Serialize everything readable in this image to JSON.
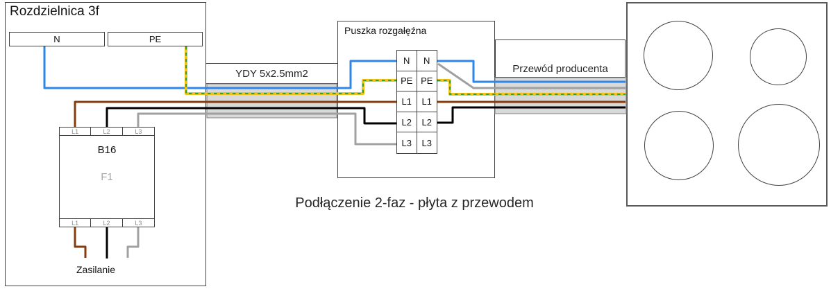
{
  "switchboard": {
    "title": "Rozdzielnica 3f",
    "n_bus": "N",
    "pe_bus": "PE",
    "breaker": {
      "rating": "B16",
      "id": "F1",
      "top_terminals": [
        "L1",
        "L2",
        "L3"
      ],
      "bottom_terminals": [
        "L1",
        "L2",
        "L3"
      ]
    },
    "supply_label": "Zasilanie"
  },
  "cables": {
    "left_label": "YDY 5x2.5mm2",
    "right_label": "Przewód producenta"
  },
  "junction_box": {
    "title": "Puszka rozgałęźna",
    "rows": [
      [
        "N",
        "N"
      ],
      [
        "PE",
        "PE"
      ],
      [
        "L1",
        "L1"
      ],
      [
        "L2",
        "L2"
      ],
      [
        "L3",
        "L3"
      ]
    ]
  },
  "caption": "Podłączenie 2-faz - płyta z przewodem",
  "colors": {
    "wire_blue": "#2E86E8",
    "wire_yellow": "#EFC319",
    "wire_green": "#33A033",
    "wire_brown": "#843C0C",
    "wire_black": "#000000",
    "wire_gray": "#A0A0A0",
    "sheath_fill": "#D9D9D9",
    "sheath_border": "#808080"
  }
}
